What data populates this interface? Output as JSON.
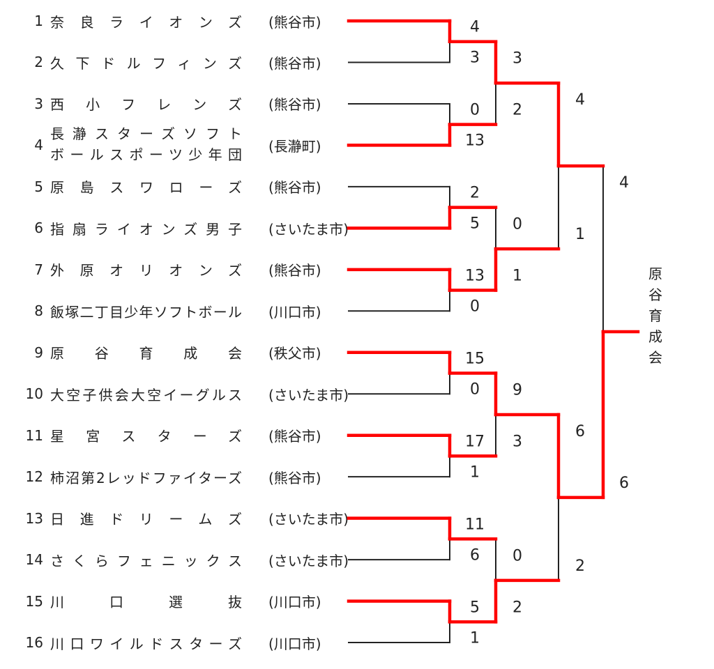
{
  "teams": [
    {
      "num": "1",
      "name": "奈良ライオンズ",
      "city": "(熊谷市)"
    },
    {
      "num": "2",
      "name": "久下ドルフィンズ",
      "city": "(熊谷市)"
    },
    {
      "num": "3",
      "name": "西小フレンズ",
      "city": "(熊谷市)"
    },
    {
      "num": "4",
      "name": "長瀞スターズソフト",
      "name2": "ボールスポーツ少年団",
      "city": "(長瀞町)"
    },
    {
      "num": "5",
      "name": "原島スワローズ",
      "city": "(熊谷市)"
    },
    {
      "num": "6",
      "name": "指扇ライオンズ男子",
      "city": "(さいたま市)"
    },
    {
      "num": "7",
      "name": "外原オリオンズ",
      "city": "(熊谷市)"
    },
    {
      "num": "8",
      "name": "飯塚二丁目少年ソフトボール",
      "city": "(川口市)"
    },
    {
      "num": "9",
      "name": "原谷育成会",
      "city": "(秩父市)"
    },
    {
      "num": "10",
      "name": "大空子供会大空イーグルス",
      "city": "(さいたま市)"
    },
    {
      "num": "11",
      "name": "星宮スターズ",
      "city": "(熊谷市)"
    },
    {
      "num": "12",
      "name": "柿沼第2レッドファイターズ",
      "city": "(熊谷市)"
    },
    {
      "num": "13",
      "name": "日進ドリームズ",
      "city": "(さいたま市)"
    },
    {
      "num": "14",
      "name": "さくらフェニックス",
      "city": "(さいたま市)"
    },
    {
      "num": "15",
      "name": "川口選抜",
      "city": "(川口市)"
    },
    {
      "num": "16",
      "name": "川口ワイルドスターズ",
      "city": "(川口市)"
    }
  ],
  "rounds": [
    [
      [
        4,
        3
      ],
      [
        0,
        13
      ],
      [
        2,
        5
      ],
      [
        13,
        0
      ],
      [
        15,
        0
      ],
      [
        17,
        1
      ],
      [
        11,
        6
      ],
      [
        5,
        1
      ]
    ],
    [
      [
        3,
        2
      ],
      [
        0,
        1
      ],
      [
        9,
        3
      ],
      [
        0,
        2
      ]
    ],
    [
      [
        4,
        1
      ],
      [
        6,
        2
      ]
    ],
    [
      [
        4,
        6
      ]
    ]
  ],
  "champion": "原谷育成会",
  "colors": {
    "winner_line": "#ff0000",
    "line": "#222222"
  }
}
